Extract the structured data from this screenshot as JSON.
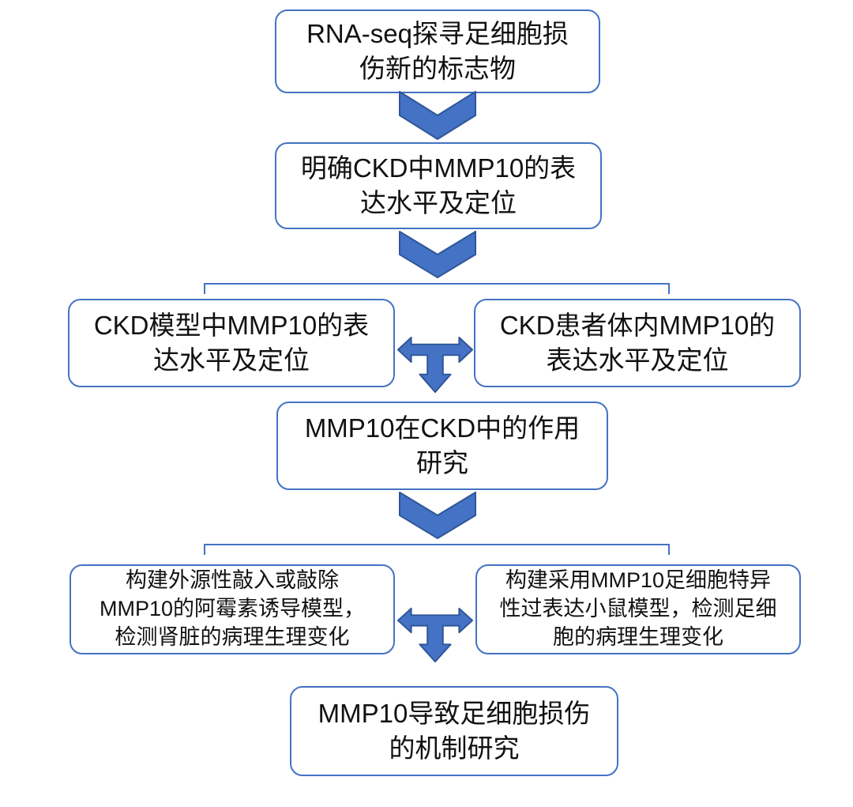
{
  "flowchart": {
    "colors": {
      "box_fill": "#ffffff",
      "box_border": "#4472C4",
      "arrow_fill": "#4472C4",
      "arrow_stroke": "#2F5597",
      "text": "#111111",
      "background": "#ffffff"
    },
    "nodes": [
      {
        "id": "rna-seq-discovery",
        "text": "RNA-seq探寻足细胞损\n伤新的标志物"
      },
      {
        "id": "mmp10-expression-ckd",
        "text": "明确CKD中MMP10的表\n达水平及定位"
      },
      {
        "id": "ckd-model-expression",
        "text": "CKD模型中MMP10的表\n达水平及定位"
      },
      {
        "id": "ckd-patient-expression",
        "text": "CKD患者体内MMP10的\n表达水平及定位"
      },
      {
        "id": "mmp10-role-study",
        "text": "MMP10在CKD中的作用\n研究"
      },
      {
        "id": "knock-in-out-model",
        "text": "构建外源性敲入或敲除\nMMP10的阿霉素诱导模型，\n检测肾脏的病理生理变化"
      },
      {
        "id": "overexpression-model",
        "text": "构建采用MMP10足细胞特异\n性过表达小鼠模型，检测足细\n胞的病理生理变化"
      },
      {
        "id": "mechanism-study",
        "text": "MMP10导致足细胞损伤\n的机制研究"
      }
    ],
    "connectors": [
      {
        "type": "chevron-down",
        "from": "rna-seq-discovery",
        "to": "mmp10-expression-ckd"
      },
      {
        "type": "chevron-down",
        "from": "mmp10-expression-ckd",
        "to": "branch-row-1"
      },
      {
        "type": "split-bracket",
        "over": [
          "ckd-model-expression",
          "ckd-patient-expression"
        ]
      },
      {
        "type": "three-way-arrow",
        "between": [
          "ckd-model-expression",
          "ckd-patient-expression"
        ],
        "down_to": "mmp10-role-study"
      },
      {
        "type": "chevron-down",
        "from": "mmp10-role-study",
        "to": "branch-row-2"
      },
      {
        "type": "split-bracket",
        "over": [
          "knock-in-out-model",
          "overexpression-model"
        ]
      },
      {
        "type": "three-way-arrow",
        "between": [
          "knock-in-out-model",
          "overexpression-model"
        ],
        "down_to": "mechanism-study"
      }
    ]
  }
}
